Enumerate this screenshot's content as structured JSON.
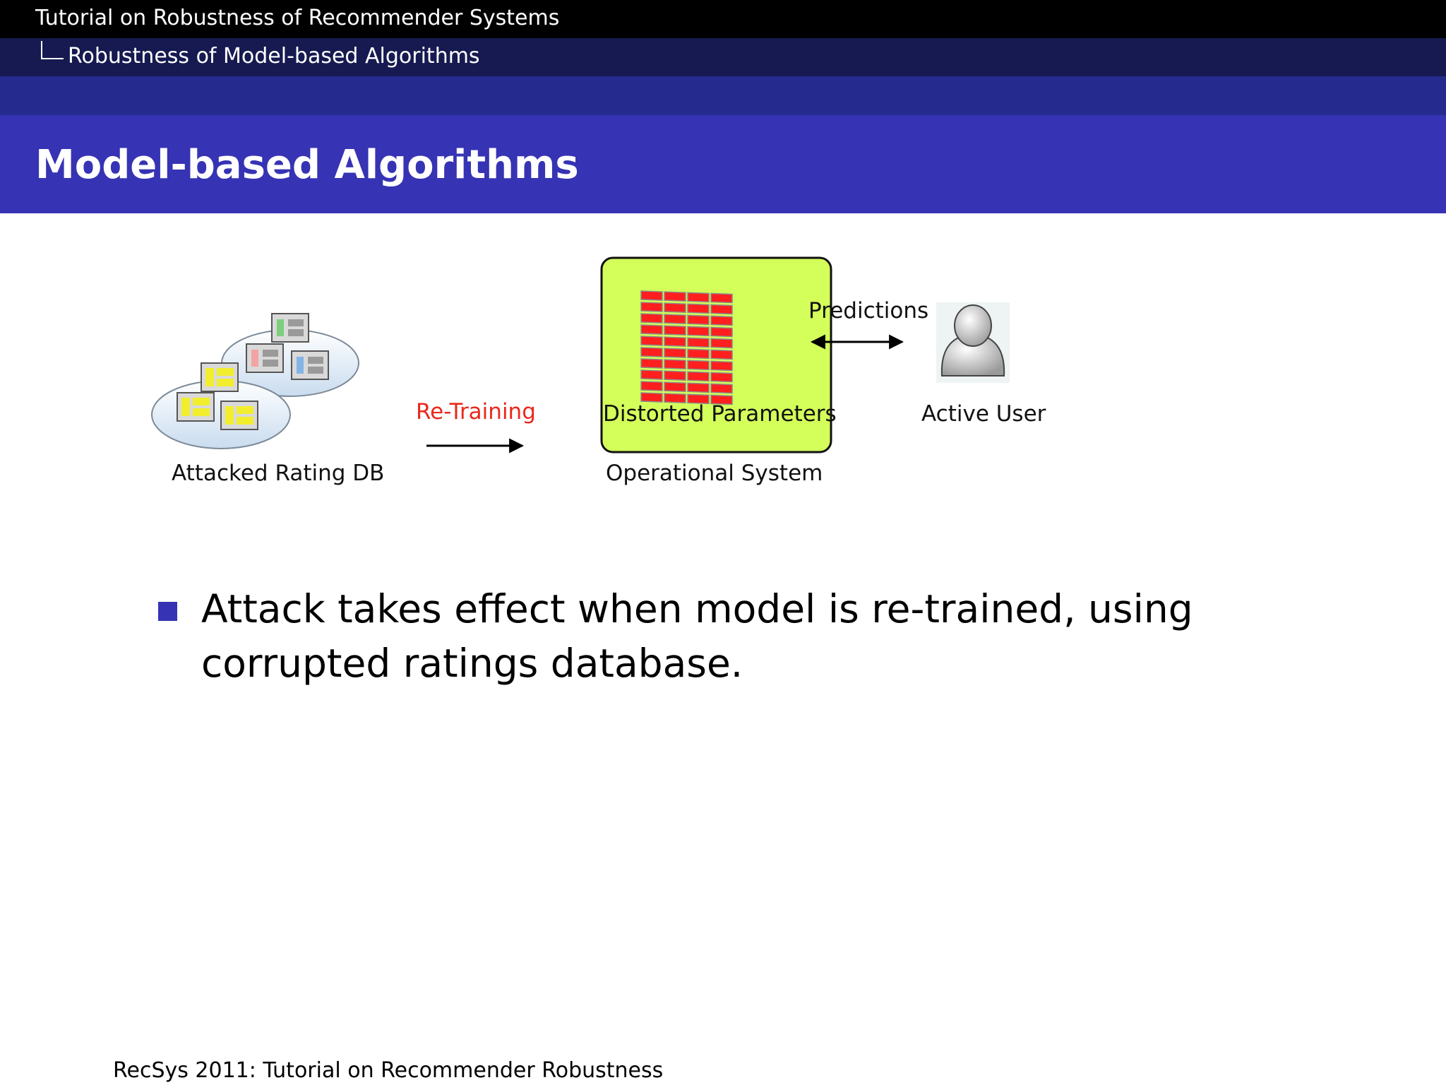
{
  "header": {
    "presentation_title": "Tutorial on Robustness of Recommender Systems",
    "section_title": "Robustness of Model-based Algorithms"
  },
  "slide": {
    "title": "Model-based Algorithms"
  },
  "diagram": {
    "db_label": "Attacked Rating DB",
    "retraining_label": "Re-Training",
    "parameters_label": "Distorted Parameters",
    "system_label": "Operational System",
    "predictions_label": "Predictions",
    "user_label": "Active User",
    "icons": [
      "database-cluster-icon",
      "parameter-grid-icon",
      "user-avatar-icon"
    ],
    "colors": {
      "system_box": "#d4ff5a",
      "retraining_text": "#e8291c",
      "parameter_cells": "#ff1f1f"
    }
  },
  "bullets": [
    "Attack takes effect when model is re-trained, using corrupted ratings database."
  ],
  "footer": {
    "text": "RecSys 2011:  Tutorial on Recommender Robustness"
  },
  "theme": {
    "title_bar": "#3633b4",
    "bullet": "#3633b4"
  }
}
